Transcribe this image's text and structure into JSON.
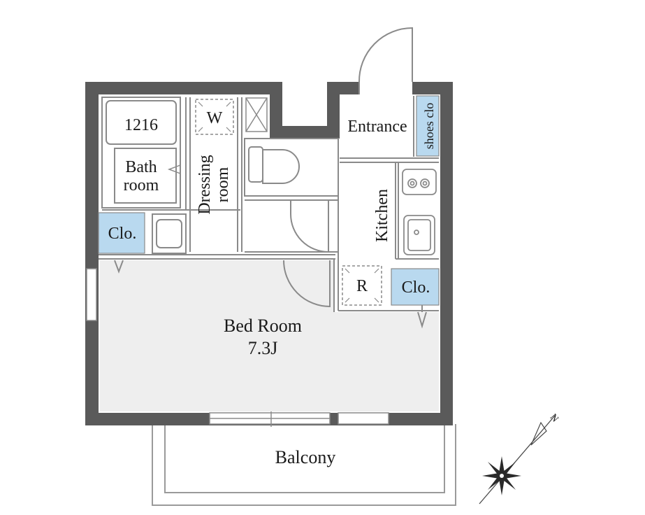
{
  "rooms": {
    "bath_size": "1216",
    "bath_line1": "Bath",
    "bath_line2": "room",
    "washer": "W",
    "dressing_line1": "Dressing",
    "dressing_line2": "room",
    "entrance": "Entrance",
    "shoes": "shoes clo",
    "kitchen": "Kitchen",
    "fridge": "R",
    "closet_left": "Clo.",
    "closet_right": "Clo.",
    "bedroom": "Bed Room",
    "bedroom_size": "7.3J",
    "balcony": "Balcony"
  },
  "compass": {
    "north_label": "N"
  },
  "colors": {
    "wall": "#5a5a5a",
    "floor": "#eeeeee",
    "closet": "#b9d9ef",
    "line": "#8a8a8a"
  }
}
